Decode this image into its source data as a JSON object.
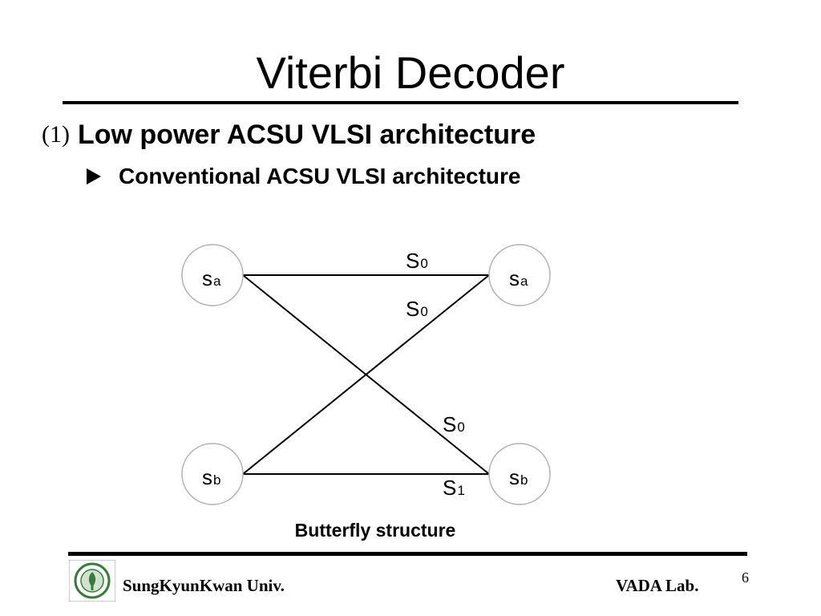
{
  "slide": {
    "title": "Viterbi Decoder",
    "bullet1_number": "(1)",
    "bullet1_text": "Low power ACSU VLSI architecture",
    "bullet2_text": "Conventional ACSU VLSI architecture"
  },
  "diagram": {
    "nodes": {
      "left_top": {
        "main": "s",
        "sub": "a"
      },
      "right_top": {
        "main": "s",
        "sub": "a"
      },
      "left_bottom": {
        "main": "s",
        "sub": "b"
      },
      "right_bottom": {
        "main": "s",
        "sub": "b"
      }
    },
    "edge_labels": {
      "top": {
        "main": "S",
        "sub": "0"
      },
      "cross_up": {
        "main": "S",
        "sub": "0"
      },
      "cross_down": {
        "main": "S",
        "sub": "0"
      },
      "bottom": {
        "main": "S",
        "sub": "1"
      }
    },
    "caption": "Butterfly structure"
  },
  "footer": {
    "left": "SungKyunKwan Univ.",
    "right": "VADA Lab.",
    "page_number": "6"
  },
  "colors": {
    "line": "#000000",
    "node_border": "#b0b0b0",
    "logo_green": "#3a7a3a"
  }
}
